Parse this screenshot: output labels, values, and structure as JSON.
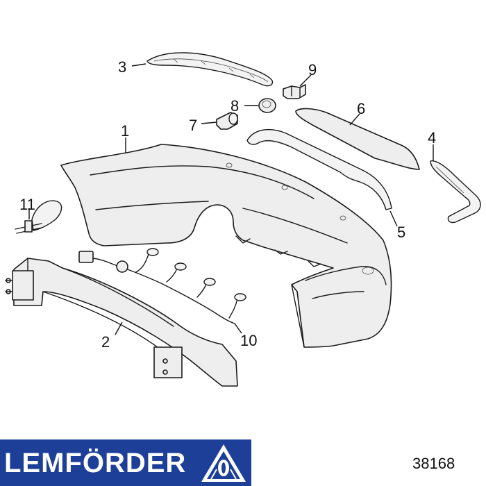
{
  "diagram": {
    "callouts": [
      "1",
      "2",
      "3",
      "4",
      "5",
      "6",
      "7",
      "8",
      "9",
      "10",
      "11"
    ]
  },
  "footer": {
    "brand": "LEMFÖRDER",
    "part_number": "38168",
    "colors": {
      "brand_bar": "#1d3f97",
      "brand_text": "#ffffff"
    },
    "logo_icon": "triangle-emblem-icon"
  }
}
